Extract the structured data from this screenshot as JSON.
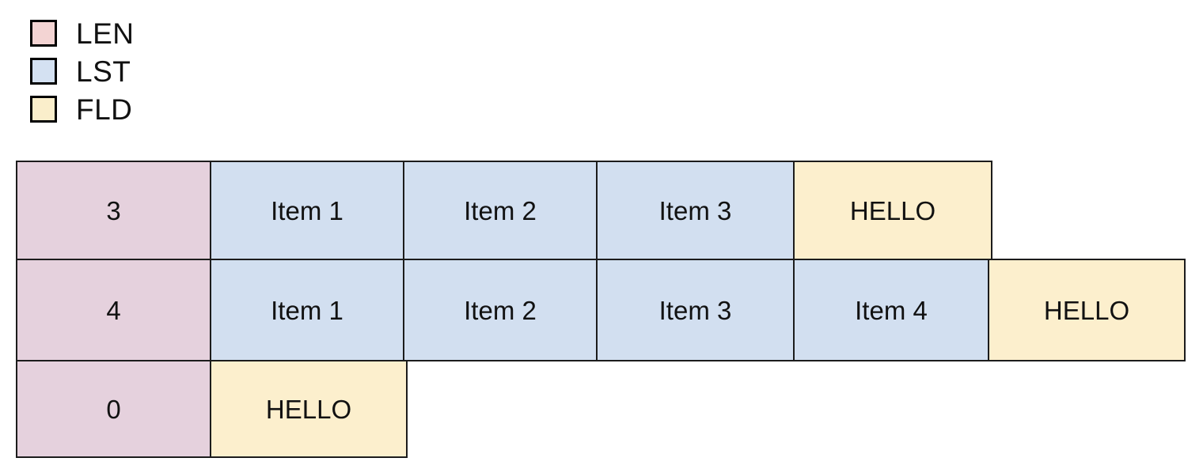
{
  "legend": {
    "items": [
      {
        "label": "LEN",
        "color": "#f3d4d3",
        "kind": "len"
      },
      {
        "label": "LST",
        "color": "#d4e1f2",
        "kind": "lst"
      },
      {
        "label": "FLD",
        "color": "#faeecb",
        "kind": "fld"
      }
    ]
  },
  "colors": {
    "len_fill": "#e5d1dd",
    "lst_fill": "#d2dff0",
    "fld_fill": "#fcefcd",
    "border": "#1c1c1c",
    "background": "#ffffff",
    "text": "#111111"
  },
  "diagram": {
    "type": "memory-layout",
    "rows": [
      {
        "len_value": "3",
        "items": [
          "Item 1",
          "Item 2",
          "Item 3"
        ],
        "field": "HELLO"
      },
      {
        "len_value": "4",
        "items": [
          "Item 1",
          "Item 2",
          "Item 3",
          "Item 4"
        ],
        "field": "HELLO"
      },
      {
        "len_value": "0",
        "items": [],
        "field": "HELLO"
      }
    ]
  }
}
